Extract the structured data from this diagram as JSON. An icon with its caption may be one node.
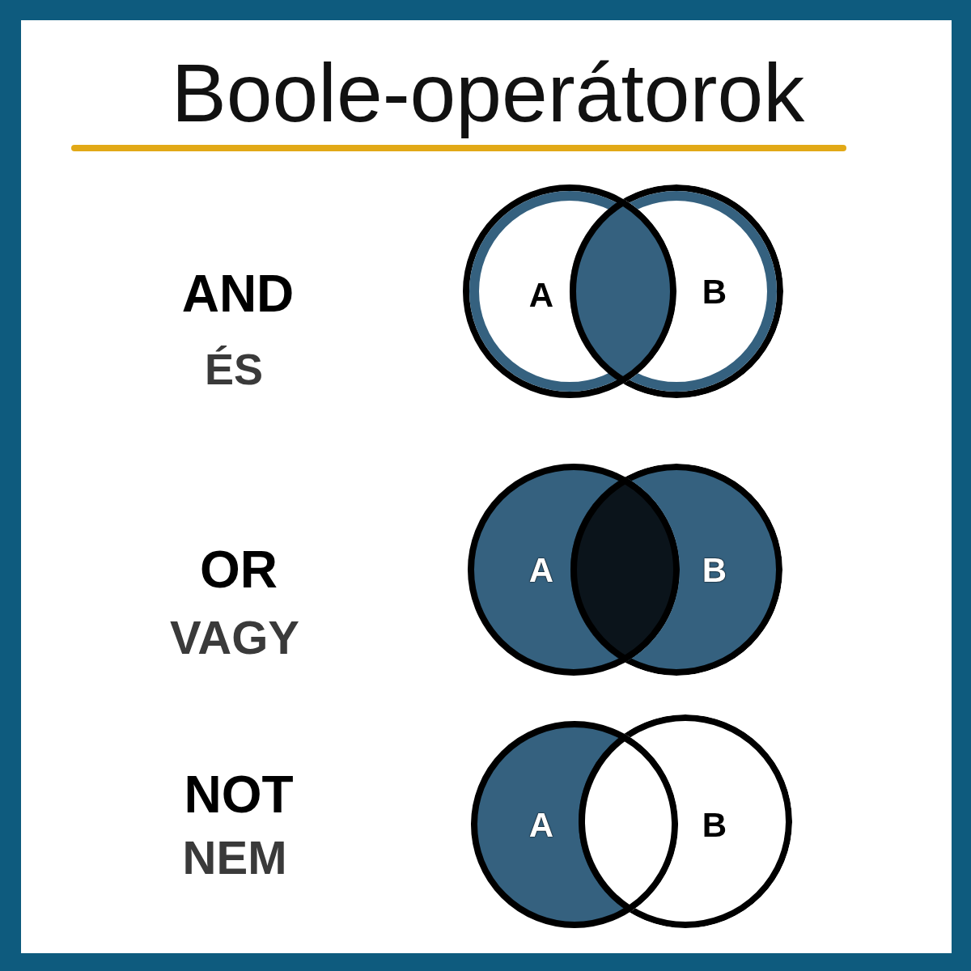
{
  "diagram": {
    "title": "Boole-operátorok",
    "nodes": [
      {
        "text": [
          "A"
        ]
      },
      {
        "text": [
          "B"
        ]
      },
      {
        "text": [
          "A"
        ]
      },
      {
        "text": [
          "B"
        ]
      },
      {
        "text": [
          "A"
        ]
      },
      {
        "text": [
          "B"
        ]
      }
    ],
    "labels": [
      "AND",
      "ÉS",
      "OR",
      "VAGY",
      "NOT",
      "NEM"
    ]
  }
}
